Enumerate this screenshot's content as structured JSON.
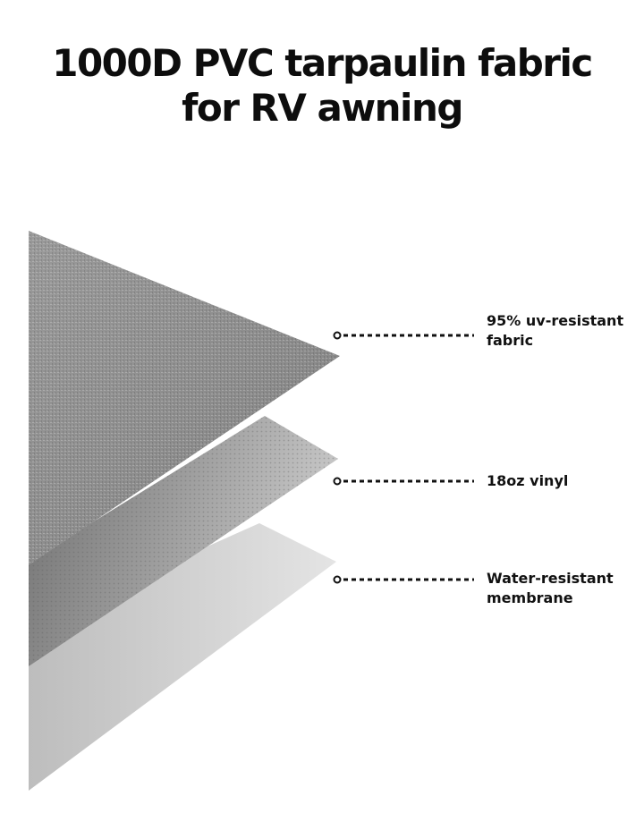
{
  "title": {
    "line1": "1000D PVC tarpaulin fabric",
    "line2": "for RV awning"
  },
  "layers": [
    {
      "line1": "95% uv-resistant",
      "line2": "fabric"
    },
    {
      "line1": "18oz vinyl",
      "line2": ""
    },
    {
      "line1": "Water-resistant",
      "line2": "membrane"
    }
  ],
  "colors": {
    "top_layer": "#8f8f8f",
    "middle_layer": "#a9a9a9",
    "bottom_layer": "#d6d6d6",
    "text": "#111111"
  }
}
